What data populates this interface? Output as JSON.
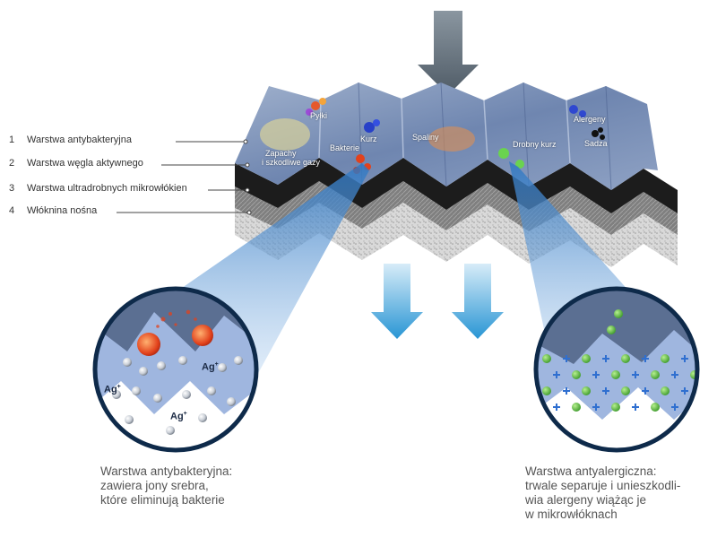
{
  "legend": [
    {
      "num": "1",
      "label": "Warstwa antybakteryjna"
    },
    {
      "num": "2",
      "label": "Warstwa węgla aktywnego"
    },
    {
      "num": "3",
      "label": "Warstwa ultradrobnych mikrowłókien"
    },
    {
      "num": "4",
      "label": "Włóknina nośna"
    }
  ],
  "pollutants": {
    "pylki": "Pyłki",
    "zapachy_1": "Zapachy",
    "zapachy_2": "i szkodliwe gazy",
    "bakterie": "Bakterie",
    "kurz": "Kurz",
    "spaliny": "Spaliny",
    "drobny_kurz": "Drobny kurz",
    "alergeny": "Alergeny",
    "sadza": "Sadza"
  },
  "ion": {
    "symbol": "Ag",
    "charge": "+"
  },
  "captions": {
    "left": [
      "Warstwa antybakteryjna:",
      "zawiera jony srebra,",
      "które eliminują bakterie"
    ],
    "right": [
      "Warstwa antyalergiczna:",
      "trwale separuje i unieszkodli-",
      "wia alergeny wiążąc je",
      "w mikrowłóknach"
    ]
  },
  "colors": {
    "arrow_in": "#6f7b86",
    "arrow_out": "#2f9fd8",
    "layer_top": "#7d92b8",
    "layer_carbon": "#1e1e1e",
    "layer_micro": "#8a8a8a",
    "layer_base": "#d8d8d8",
    "zoom_bg": "#9fb6df",
    "zoom_ring": "#0e2a4a",
    "allergen_green": "#5cc243",
    "caption_text": "#555555"
  }
}
